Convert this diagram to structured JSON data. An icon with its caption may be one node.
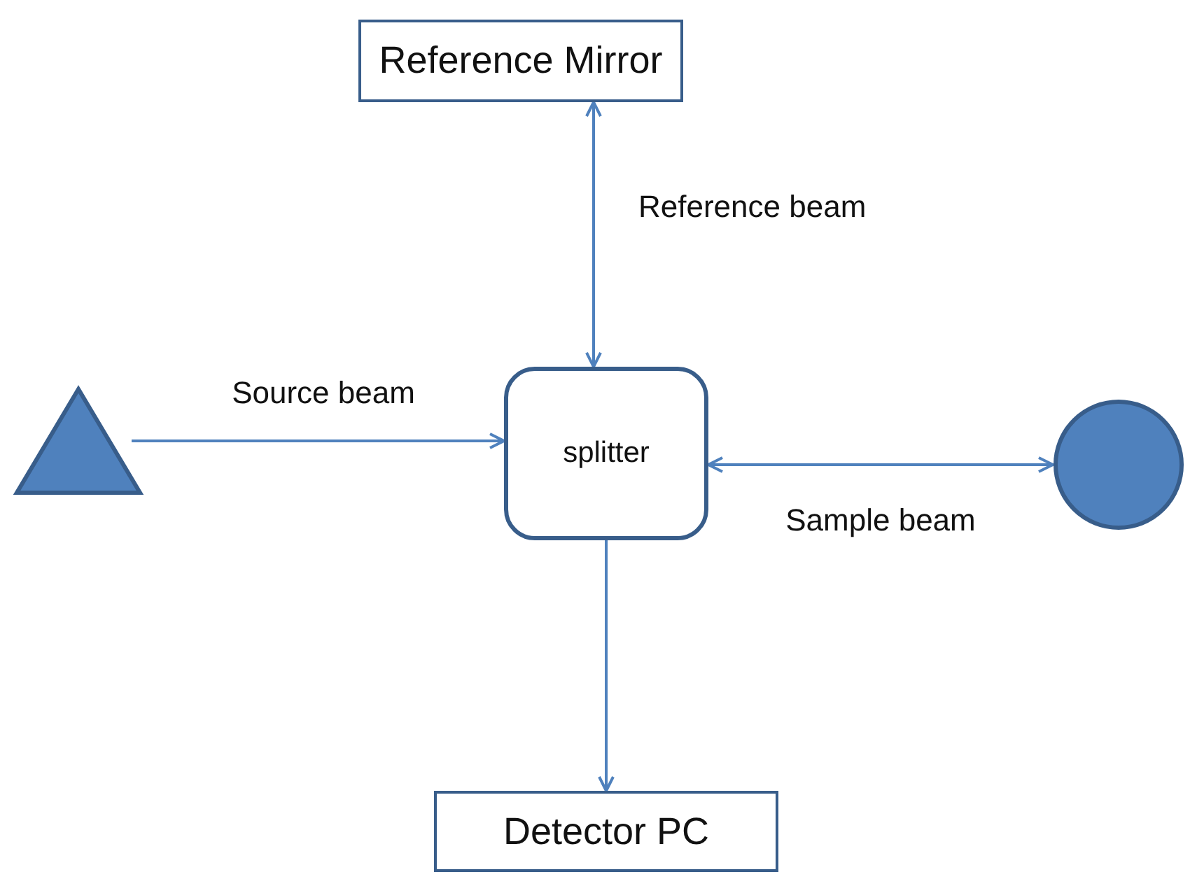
{
  "diagram": {
    "nodes": [
      {
        "text": [
          "Reference Mirror"
        ]
      },
      {
        "text": [],
        "shape": "triangle"
      },
      {
        "text": [
          "splitter"
        ]
      },
      {
        "text": [],
        "shape": "circle"
      },
      {
        "text": [
          "Detector PC"
        ]
      }
    ],
    "edges": [
      {
        "from": 2,
        "to": 0,
        "arrow": "both",
        "label": "Reference beam"
      },
      {
        "from": 1,
        "to": 2,
        "arrow": "to",
        "label": "Source beam"
      },
      {
        "from": 2,
        "to": 3,
        "arrow": "both",
        "label": "Sample beam"
      },
      {
        "from": 2,
        "to": 4,
        "arrow": "to"
      }
    ]
  }
}
